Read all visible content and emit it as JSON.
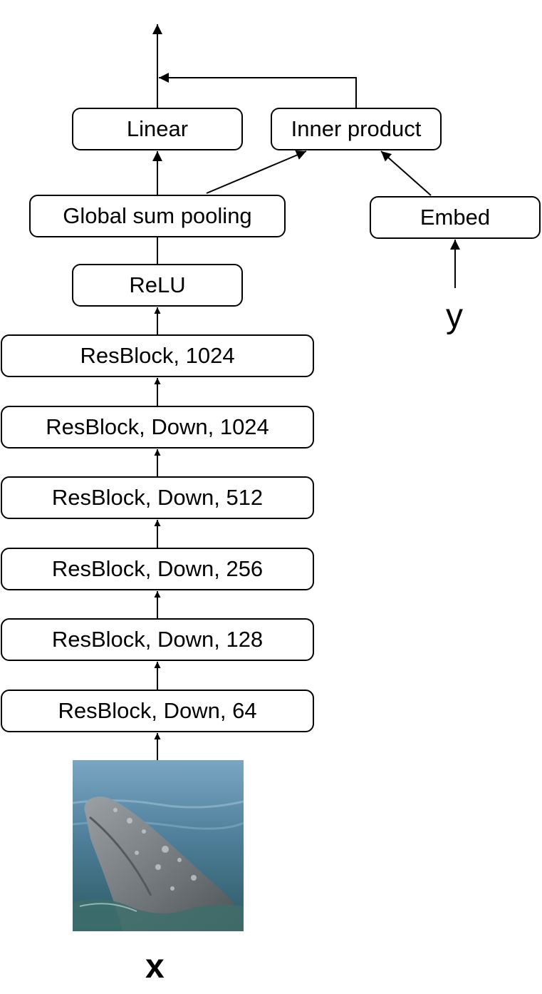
{
  "nodes": {
    "linear": "Linear",
    "inner_product": "Inner product",
    "global_sum_pooling": "Global sum pooling",
    "embed": "Embed",
    "relu": "ReLU",
    "resblock_1024": "ResBlock, 1024",
    "resblock_down_1024": "ResBlock, Down, 1024",
    "resblock_down_512": "ResBlock, Down, 512",
    "resblock_down_256": "ResBlock, Down, 256",
    "resblock_down_128": "ResBlock, Down, 128",
    "resblock_down_64": "ResBlock, Down, 64"
  },
  "inputs": {
    "x": "x",
    "y": "y"
  },
  "image": {
    "subject": "whale-photo"
  },
  "colors": {
    "stroke": "#000000",
    "water_light": "#6f9cb9",
    "water_dark": "#2f5f6b",
    "whale": "#7d8387"
  }
}
